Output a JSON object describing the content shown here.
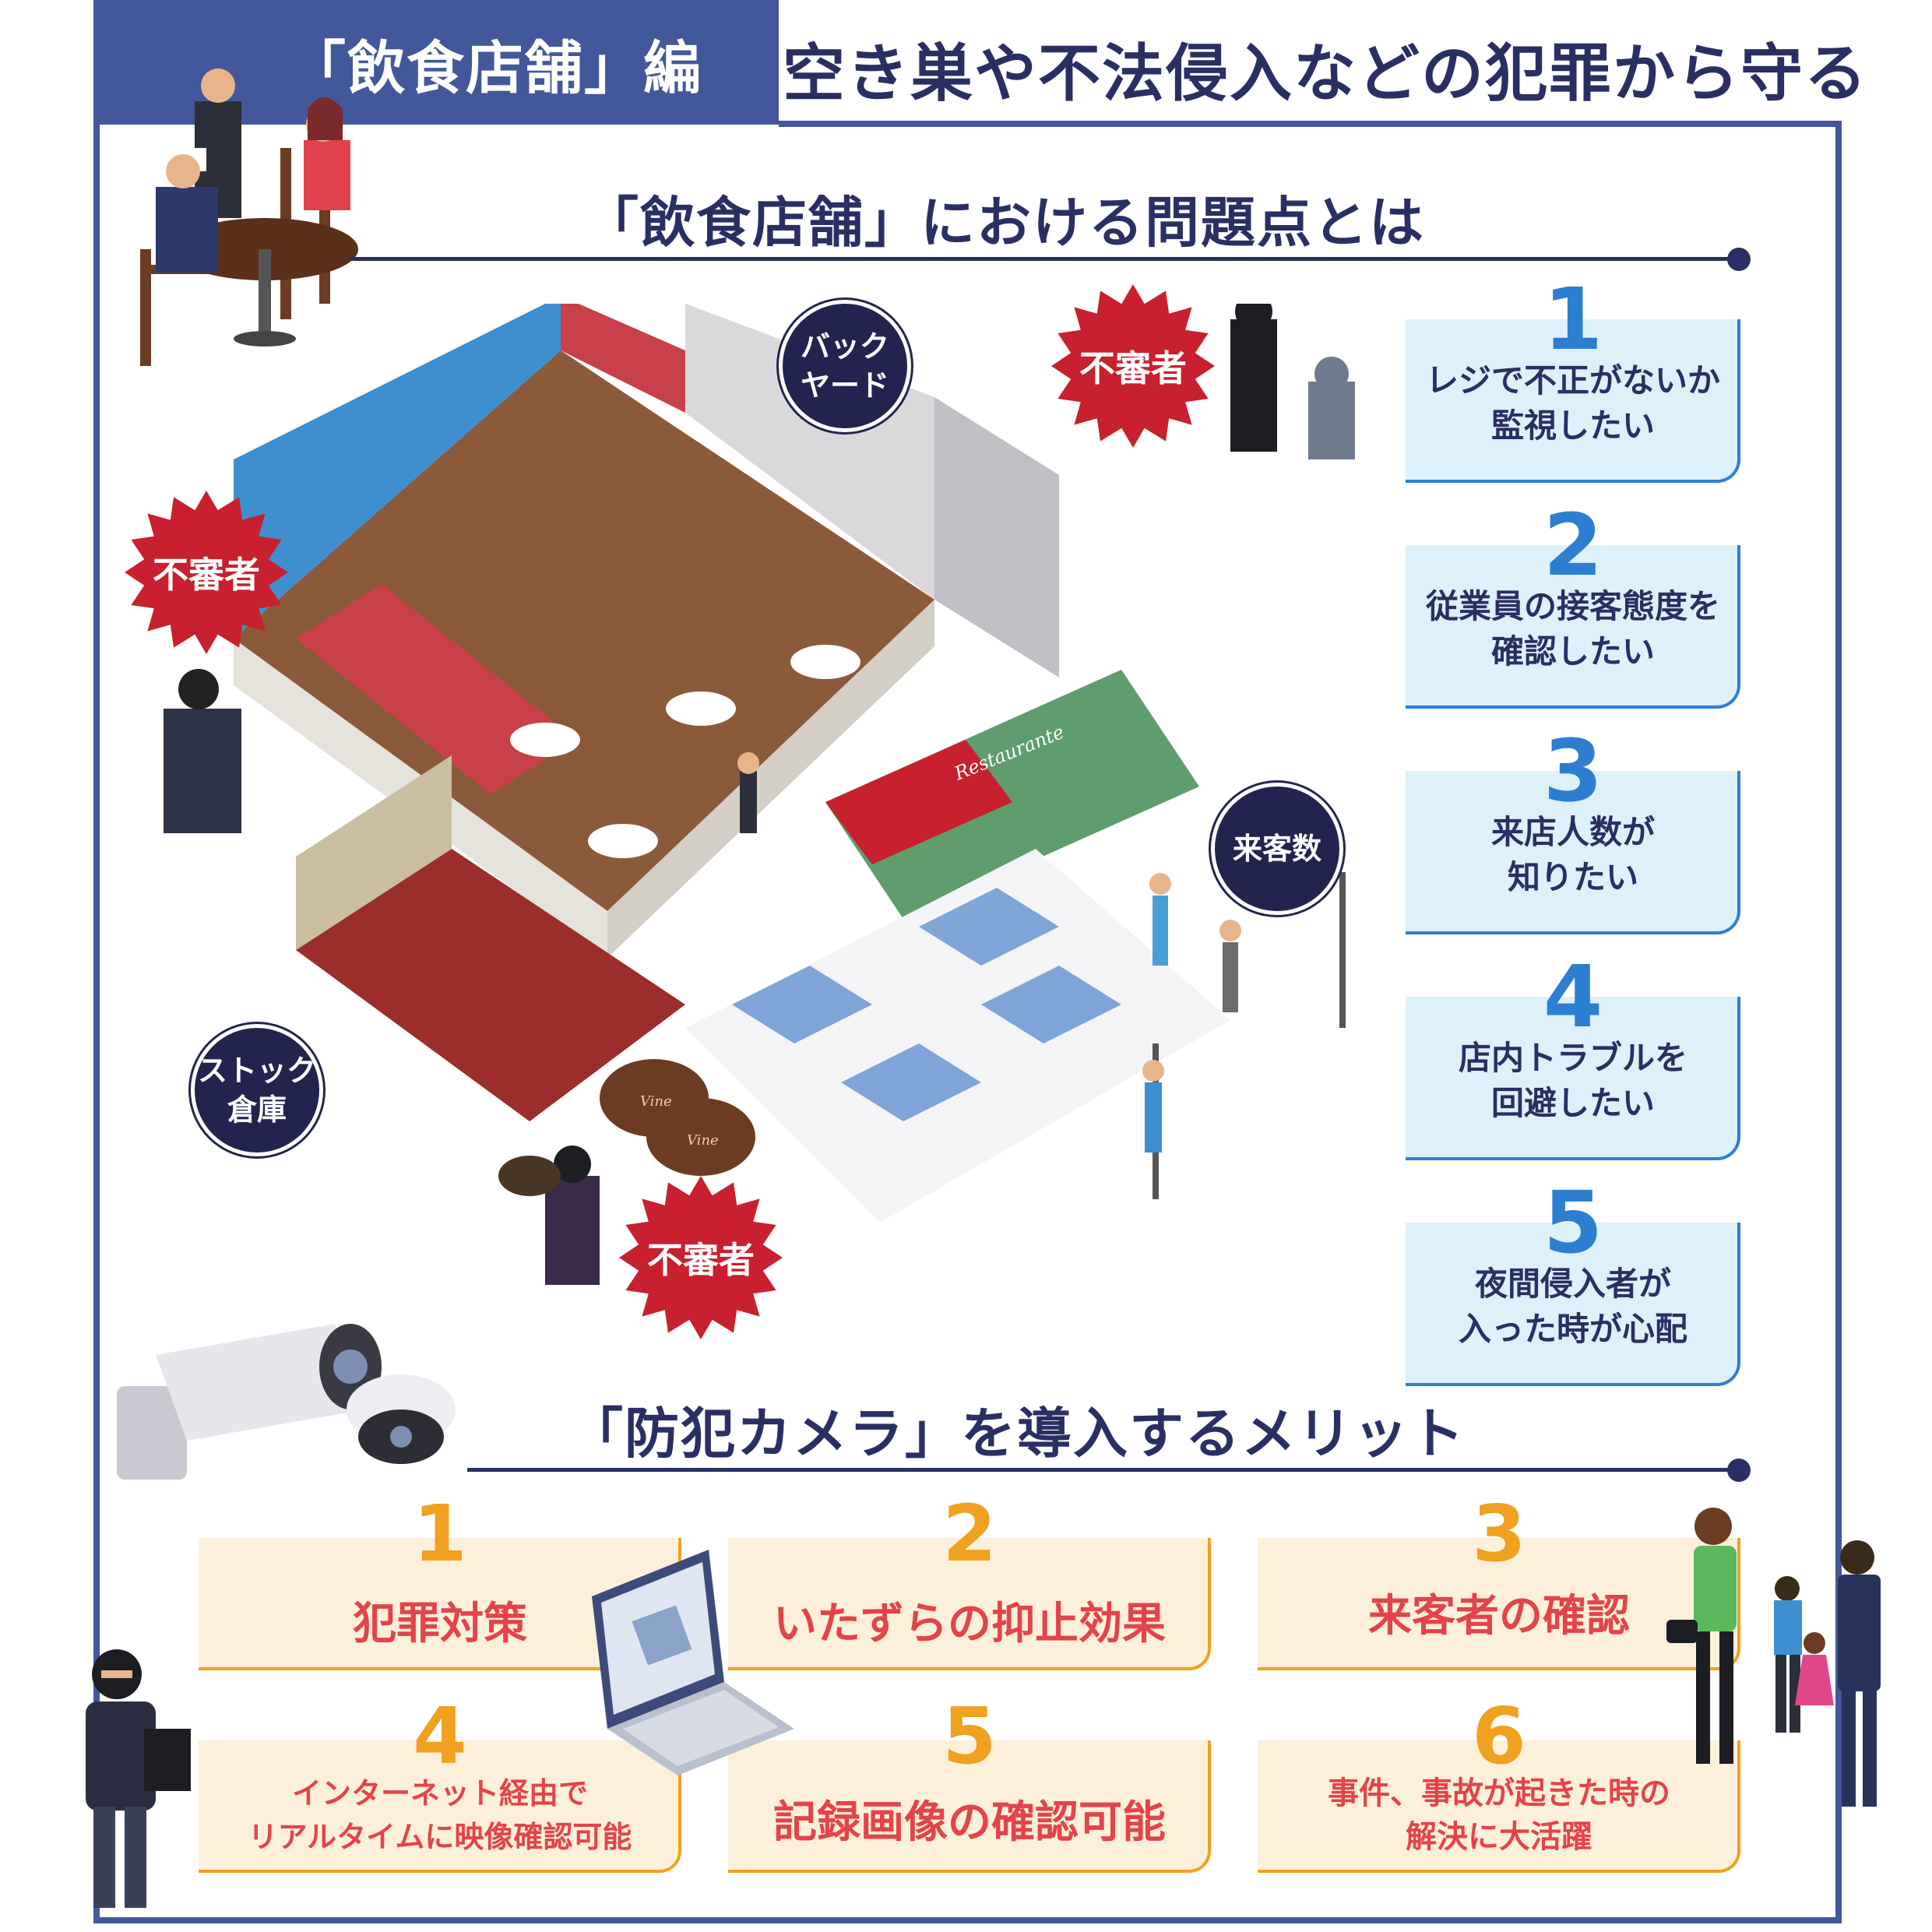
{
  "header": {
    "tab_label": "「飲食店舗」編",
    "title": "空き巣や不法侵入などの犯罪から守る"
  },
  "problems_section": {
    "heading": "「飲食店舗」における問題点とは",
    "items": [
      {
        "num": "1",
        "text": "レジで不正がないか\n監視したい"
      },
      {
        "num": "2",
        "text": "従業員の接客態度を\n確認したい"
      },
      {
        "num": "3",
        "text": "来店人数が\n知りたい"
      },
      {
        "num": "4",
        "text": "店内トラブルを\n回避したい"
      },
      {
        "num": "5",
        "text": "夜間侵入者が\n入った時が心配"
      }
    ]
  },
  "badges": {
    "suspicious": "不審者",
    "backyard": "バック\nヤード",
    "visitors": "来客数",
    "stock": "ストック\n倉庫",
    "sign": "Restaurante",
    "barrel": "Vine"
  },
  "benefits_section": {
    "heading": "「防犯カメラ」を導入するメリット",
    "items": [
      {
        "num": "1",
        "text": "犯罪対策"
      },
      {
        "num": "2",
        "text": "いたずらの抑止効果"
      },
      {
        "num": "3",
        "text": "来客者の確認"
      },
      {
        "num": "4",
        "text": "インターネット経由で\nリアルタイムに映像確認可能"
      },
      {
        "num": "5",
        "text": "記録画像の確認可能"
      },
      {
        "num": "6",
        "text": "事件、事故が起きた時の\n解決に大活躍"
      }
    ]
  },
  "colors": {
    "navy": "#2a2f63",
    "header_blue": "#43579b",
    "problem_number": "#2c7fd0",
    "problem_bg": "#ddf1fb",
    "benefit_number": "#f0a11f",
    "benefit_text": "#e4434a",
    "benefit_bg": "#fdf0da",
    "badge_red": "#c8202e"
  }
}
